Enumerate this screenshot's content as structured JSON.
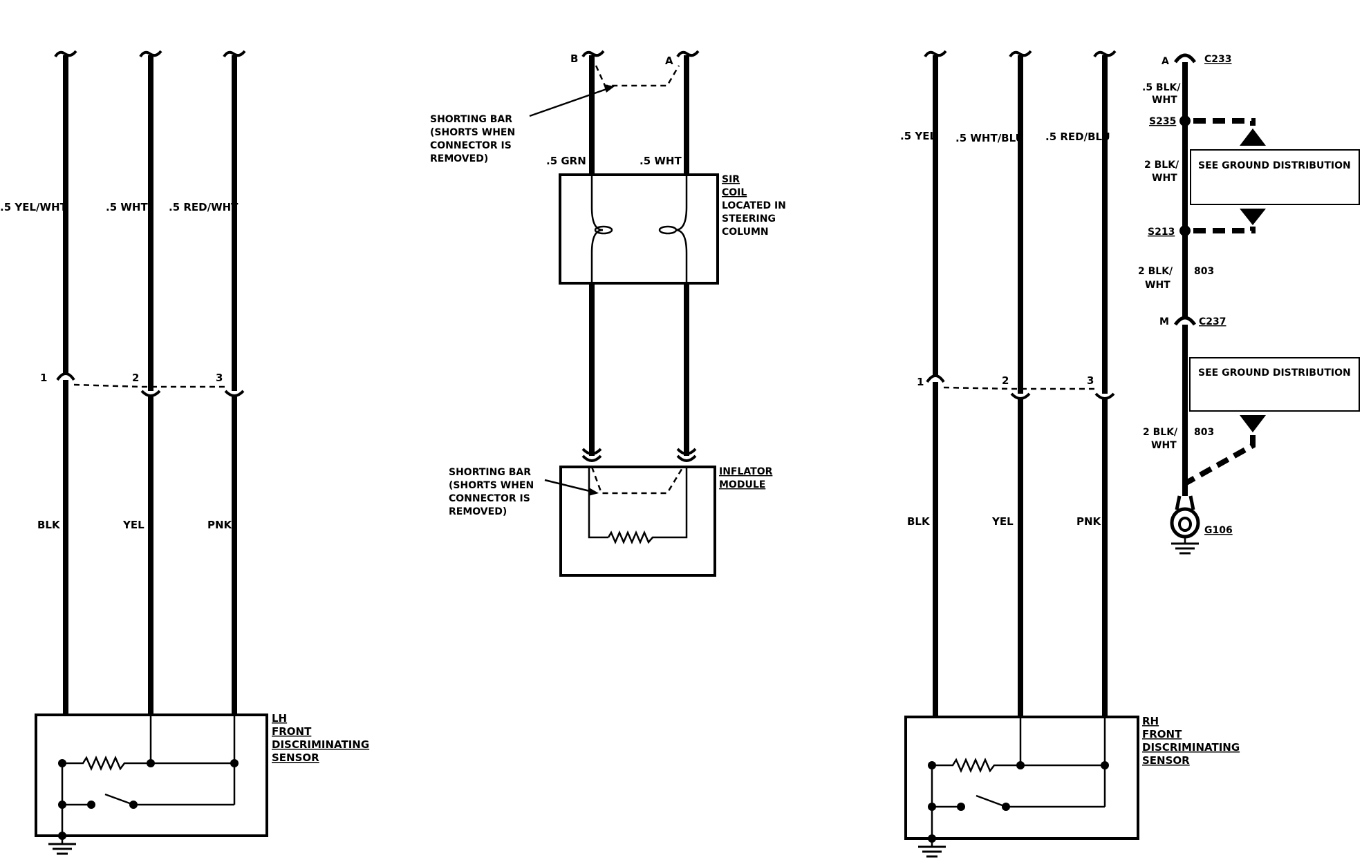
{
  "lh_sensor": {
    "wires_top": [
      ".5 YEL/WHT",
      ".5 WHT",
      ".5 RED/WHT"
    ],
    "pins": [
      "1",
      "2",
      "3"
    ],
    "wires_bottom": [
      "BLK",
      "YEL",
      "PNK"
    ],
    "name_lines": [
      "LH",
      "FRONT",
      "DISCRIMINATING",
      "SENSOR"
    ]
  },
  "sir": {
    "terminals": [
      "B",
      "A"
    ],
    "shorting_bar_top": [
      "SHORTING BAR",
      "(SHORTS WHEN",
      "CONNECTOR IS",
      "REMOVED)"
    ],
    "wires": [
      ".5 GRN",
      ".5 WHT"
    ],
    "coil_lines": [
      "SIR",
      "COIL",
      "LOCATED IN",
      "STEERING",
      "COLUMN"
    ],
    "shorting_bar_bottom": [
      "SHORTING BAR",
      "(SHORTS WHEN",
      "CONNECTOR IS",
      "REMOVED)"
    ],
    "inflator_lines": [
      "INFLATOR",
      "MODULE"
    ]
  },
  "rh_sensor": {
    "wires_top": [
      ".5 YEL",
      ".5 WHT/BLU",
      ".5 RED/BLU"
    ],
    "pins": [
      "1",
      "2",
      "3"
    ],
    "wires_bottom": [
      "BLK",
      "YEL",
      "PNK"
    ],
    "name_lines": [
      "RH",
      "FRONT",
      "DISCRIMINATING",
      "SENSOR"
    ]
  },
  "ground": {
    "c233_pin": "A",
    "c233": "C233",
    "wire1": [
      ".5 BLK/",
      "WHT"
    ],
    "s235": "S235",
    "see_ground_1": "SEE GROUND DISTRIBUTION",
    "wire2": [
      "2 BLK/",
      "WHT"
    ],
    "s213": "S213",
    "wire3": [
      "2 BLK/",
      "WHT"
    ],
    "circuit1": "803",
    "c237_pin": "M",
    "c237": "C237",
    "see_ground_2": "SEE GROUND DISTRIBUTION",
    "wire4": [
      "2 BLK/",
      "WHT"
    ],
    "circuit2": "803",
    "g106": "G106"
  }
}
